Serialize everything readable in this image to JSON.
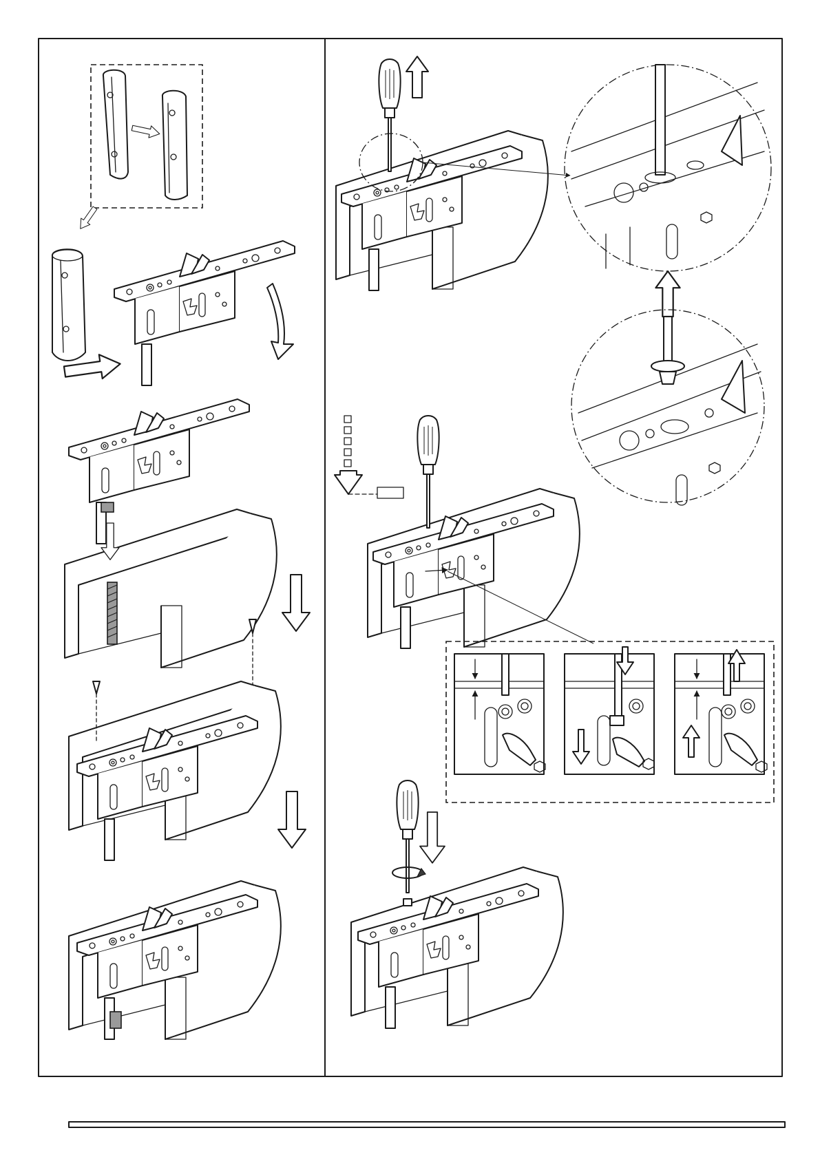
{
  "document": {
    "type": "installation instruction sheet",
    "text_content": []
  },
  "panels": {
    "left": {
      "steps": [
        {
          "figure": "sleeve-parts"
        },
        {
          "figure": "sleeve-and-lock"
        },
        {
          "figure": "lock-assembled"
        },
        {
          "figure": "door-recess-with-bolt"
        },
        {
          "figure": "lock-screwed-into-door"
        },
        {
          "figure": "lock-mounted-final"
        }
      ]
    },
    "right": {
      "steps": [
        {
          "figure": "screwdriver-loosen-screw"
        },
        {
          "figure": "detail-circle-screwdriver"
        },
        {
          "figure": "detail-circle-screw-removed"
        },
        {
          "figure": "adjust-depth"
        },
        {
          "figure": "adjustment-details",
          "count": 3
        },
        {
          "figure": "screwdriver-tighten-screw"
        }
      ]
    }
  },
  "colors": {
    "line": "#1a1a1a",
    "fill_gray": "#9a9a9a",
    "fill_dark": "#3a3a3a",
    "background": "#ffffff"
  }
}
